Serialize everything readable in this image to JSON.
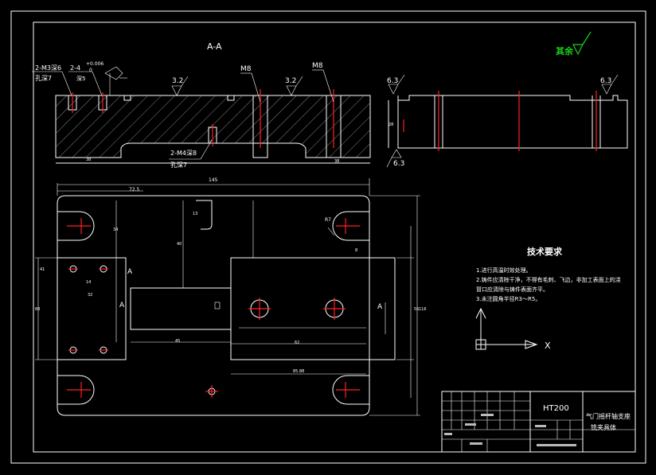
{
  "section": {
    "title": "A-A",
    "left_note_top": "2-M3深6",
    "left_note_bottom": "孔深7",
    "mid_note_top": "2-4",
    "mid_note_bottom": "深5",
    "tol": "+0.006",
    "tol_sub": "0",
    "bottom_note_top": "2-M4深8",
    "bottom_note_bottom": "孔深7",
    "thread_1": "M8",
    "thread_2": "M8",
    "rough_1": "3.2",
    "rough_2": "3.2",
    "dim_left": "38",
    "dim_right": "38"
  },
  "side_view": {
    "rough_top_left": "6.3",
    "rough_top_right": "6.3",
    "rough_bottom": "6.3",
    "dim": "28"
  },
  "plan_view": {
    "dim_total": "145",
    "dim_left": "72.5",
    "dim_r": "R7",
    "dim_13": "13",
    "dim_8": "8",
    "dim_14": "14",
    "dim_32": "32",
    "dim_34": "34",
    "dim_40": "40",
    "dim_41": "41",
    "dim_45": "45",
    "dim_62": "62",
    "dim_88": "88",
    "dim_56": "56",
    "dim_116": "116",
    "dim_bottom": "85.88",
    "mark_a_left": "A",
    "mark_a_left2": "A",
    "mark_a_right": "A"
  },
  "top_right_mark": "其余",
  "tech": {
    "title": "技术要求",
    "lines": [
      "1.进行高温时效处理。",
      "2.铸件应清除干净，不得有毛刺、飞边，非加工表面上的浇",
      "冒口应清除与铸件表面齐平。",
      "3.未注圆角半径R3～R5。"
    ]
  },
  "ucs": {
    "x_label": "X"
  },
  "title_block": {
    "material": "HT200",
    "name_line1": "气门摇杆轴支座",
    "name_line2": "铣夹具体"
  }
}
